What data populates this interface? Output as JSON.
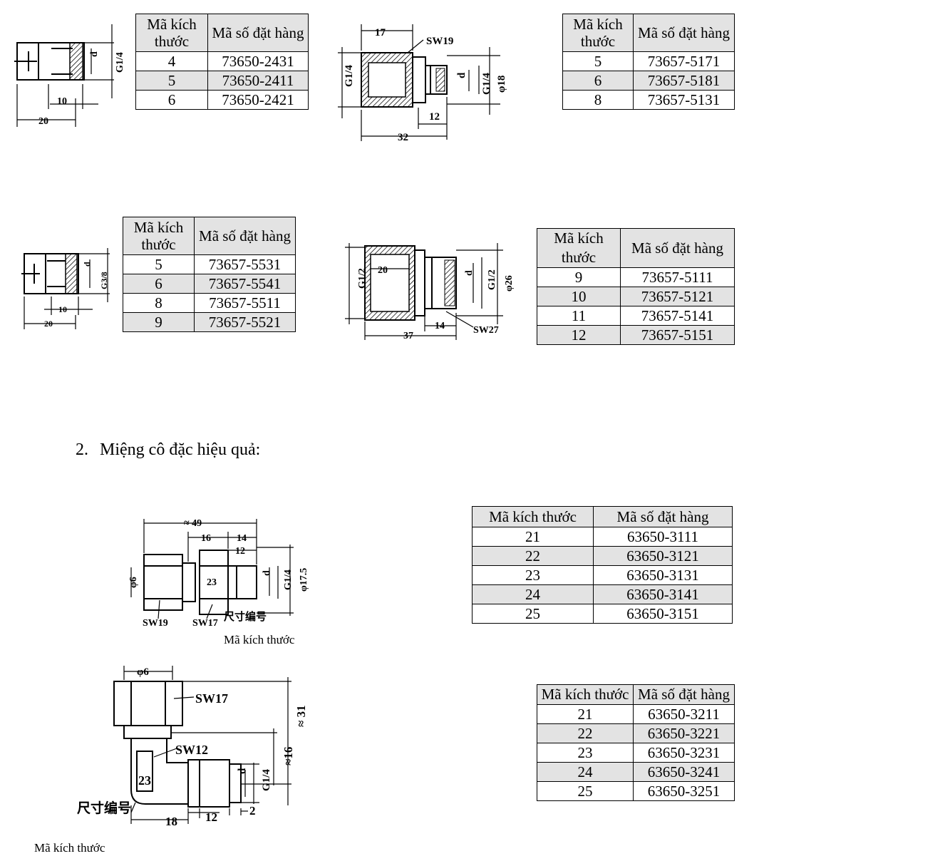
{
  "section2": {
    "number": "2.",
    "title": "Miệng cô đặc hiệu quả:"
  },
  "tables": {
    "t1": {
      "headers": [
        "Mã kích thước",
        "Mã số đặt hàng"
      ],
      "rows": [
        [
          "4",
          "73650-2431"
        ],
        [
          "5",
          "73650-2411"
        ],
        [
          "6",
          "73650-2421"
        ]
      ]
    },
    "t2": {
      "headers": [
        "Mã kích thước",
        "Mã số đặt hàng"
      ],
      "rows": [
        [
          "5",
          "73657-5171"
        ],
        [
          "6",
          "73657-5181"
        ],
        [
          "8",
          "73657-5131"
        ]
      ]
    },
    "t3": {
      "headers": [
        "Mã kích thước",
        "Mã số đặt hàng"
      ],
      "rows": [
        [
          "5",
          "73657-5531"
        ],
        [
          "6",
          "73657-5541"
        ],
        [
          "8",
          "73657-5511"
        ],
        [
          "9",
          "73657-5521"
        ]
      ]
    },
    "t4": {
      "headers": [
        "Mã kích thước",
        "Mã số đặt hàng"
      ],
      "rows": [
        [
          "9",
          "73657-5111"
        ],
        [
          "10",
          "73657-5121"
        ],
        [
          "11",
          "73657-5141"
        ],
        [
          "12",
          "73657-5151"
        ]
      ]
    },
    "t5": {
      "headers": [
        "Mã kích thước",
        "Mã số đặt hàng"
      ],
      "rows": [
        [
          "21",
          "63650-3111"
        ],
        [
          "22",
          "63650-3121"
        ],
        [
          "23",
          "63650-3131"
        ],
        [
          "24",
          "63650-3141"
        ],
        [
          "25",
          "63650-3151"
        ]
      ]
    },
    "t6": {
      "headers": [
        "Mã kích thước",
        "Mã số đặt hàng"
      ],
      "rows": [
        [
          "21",
          "63650-3211"
        ],
        [
          "22",
          "63650-3221"
        ],
        [
          "23",
          "63650-3231"
        ],
        [
          "24",
          "63650-3241"
        ],
        [
          "25",
          "63650-3251"
        ]
      ]
    }
  },
  "captions": {
    "fig5": "Mã kích thước",
    "fig6": "Mã kích thước"
  },
  "drawings": {
    "d1": {
      "dims": [
        "d",
        "G1/4",
        "10",
        "20"
      ]
    },
    "d2": {
      "dims": [
        "17",
        "SW19",
        "G1/4",
        "d",
        "G1/4",
        "φ18",
        "12",
        "32"
      ]
    },
    "d3": {
      "dims": [
        "d",
        "G3/8",
        "10",
        "20"
      ]
    },
    "d4": {
      "dims": [
        "20",
        "G1/2",
        "d",
        "G1/2",
        "φ26",
        "14",
        "SW27",
        "37"
      ]
    },
    "d5": {
      "dims": [
        "≈ 49",
        "16",
        "14",
        "12",
        "φ6",
        "23",
        "d",
        "G1/4",
        "φ17.5",
        "SW19",
        "SW17",
        "尺寸编号"
      ]
    },
    "d6": {
      "dims": [
        "φ6",
        "SW17",
        "SW12",
        "≈16",
        "≈ 31",
        "23",
        "d",
        "G1/4",
        "尺寸编号",
        "18",
        "12",
        "2"
      ]
    }
  }
}
